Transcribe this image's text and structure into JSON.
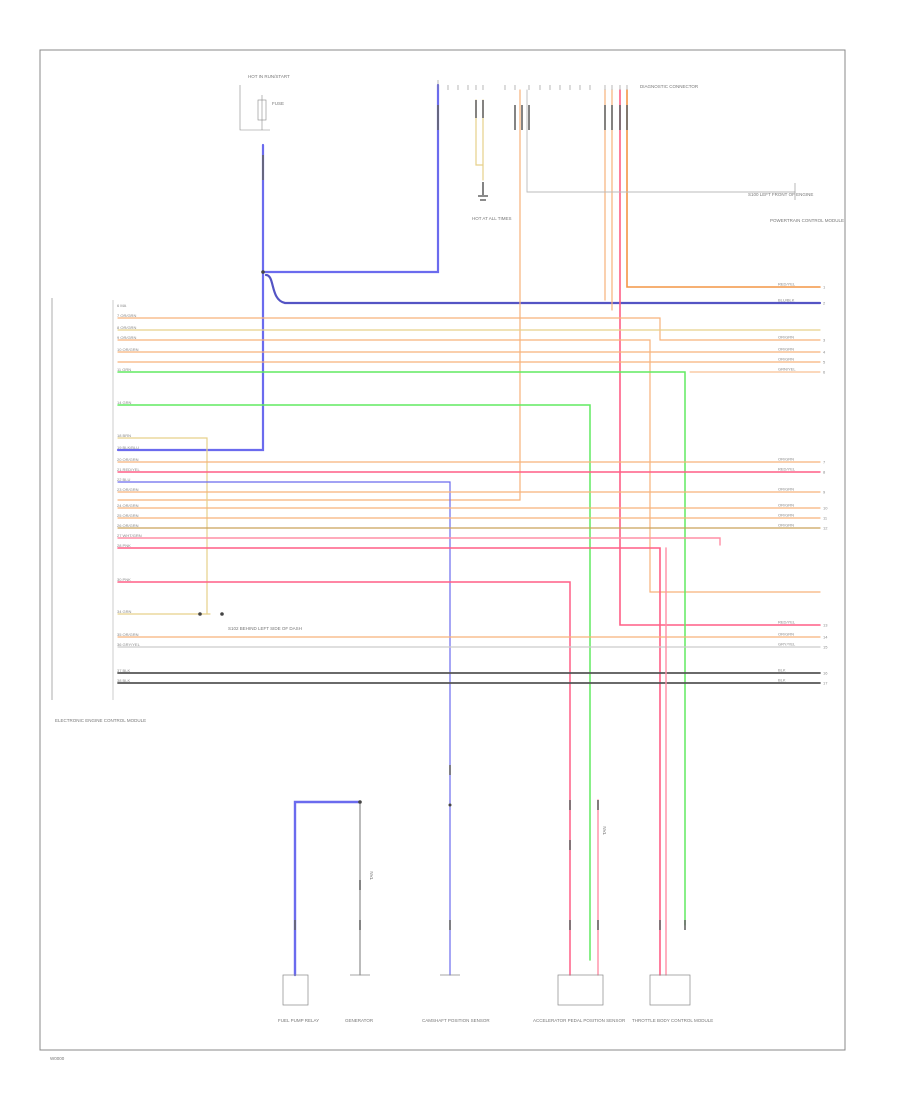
{
  "diagram_id": "W0000",
  "colors": {
    "orange": "#f7b27a",
    "orange_dark": "#f39545",
    "red": "#ff5f86",
    "pink": "#ff8fa6",
    "green": "#61ea61",
    "blue": "#6b6bee",
    "dark_blue": "#5454c4",
    "tan": "#e7d08a",
    "gray": "#555555",
    "frame": "#888888"
  },
  "ecm_connector_labels": [
    "6 MA",
    "7 OR/GRN",
    "8 OR/GRN",
    "9 OR/GRN",
    "10 OR/GRN",
    "11 GRN",
    "14 GRN",
    "18 BRN",
    "19 BLK/BLU",
    "20 OR/GRN",
    "21 RED/YEL",
    "22 BLU",
    "23 OR/GRN",
    "24 OR/GRN",
    "25 OR/GRN",
    "26 OR/GRN",
    "27 WHT/GRN",
    "28 PNK",
    "30 PNK",
    "34 GRN",
    "35 OR/GRN",
    "36 GRY/YEL",
    "37 BLK",
    "38 BLK"
  ],
  "right_wire_labels": [
    "RED/YEL",
    "BLU/BLK",
    "OR/GRN",
    "OR/GRN",
    "OR/GRN",
    "GRN/YEL",
    "OR/GRN",
    "RED/YEL",
    "OR/GRN",
    "OR/GRN",
    "OR/GRN",
    "OR/GRN",
    "RED/YEL",
    "OR/GRN",
    "GRY/YEL",
    "BLK",
    "BLK"
  ],
  "right_pin_numbers": [
    "1",
    "2",
    "3",
    "4",
    "5",
    "6",
    "7",
    "8",
    "9",
    "10",
    "11",
    "12",
    "13",
    "14",
    "15",
    "16",
    "17"
  ],
  "labels": {
    "hot_in_run": "HOT IN RUN/START",
    "fuse": "FUSE",
    "diagnostic_connector": "DIAGNOSTIC CONNECTOR",
    "hot_at_all_times": "HOT AT ALL TIMES",
    "splice_left": "S100 LEFT FRONT OF ENGINE",
    "module_right": "POWERTRAIN CONTROL MODULE",
    "splice_mid": "S102 BEHIND LEFT SIDE OF DASH",
    "ecm_title": "ELECTRONIC ENGINE CONTROL MODULE",
    "bottom_1": "FUEL PUMP RELAY",
    "bottom_2": "GENERATOR",
    "bottom_3": "CAMSHAFT POSITION SENSOR",
    "bottom_4": "ACCELERATOR PEDAL POSITION SENSOR",
    "bottom_5": "THROTTLE BODY CONTROL MODULE",
    "wire_tag_1": "TAN",
    "wire_tag_2": "TAN"
  }
}
